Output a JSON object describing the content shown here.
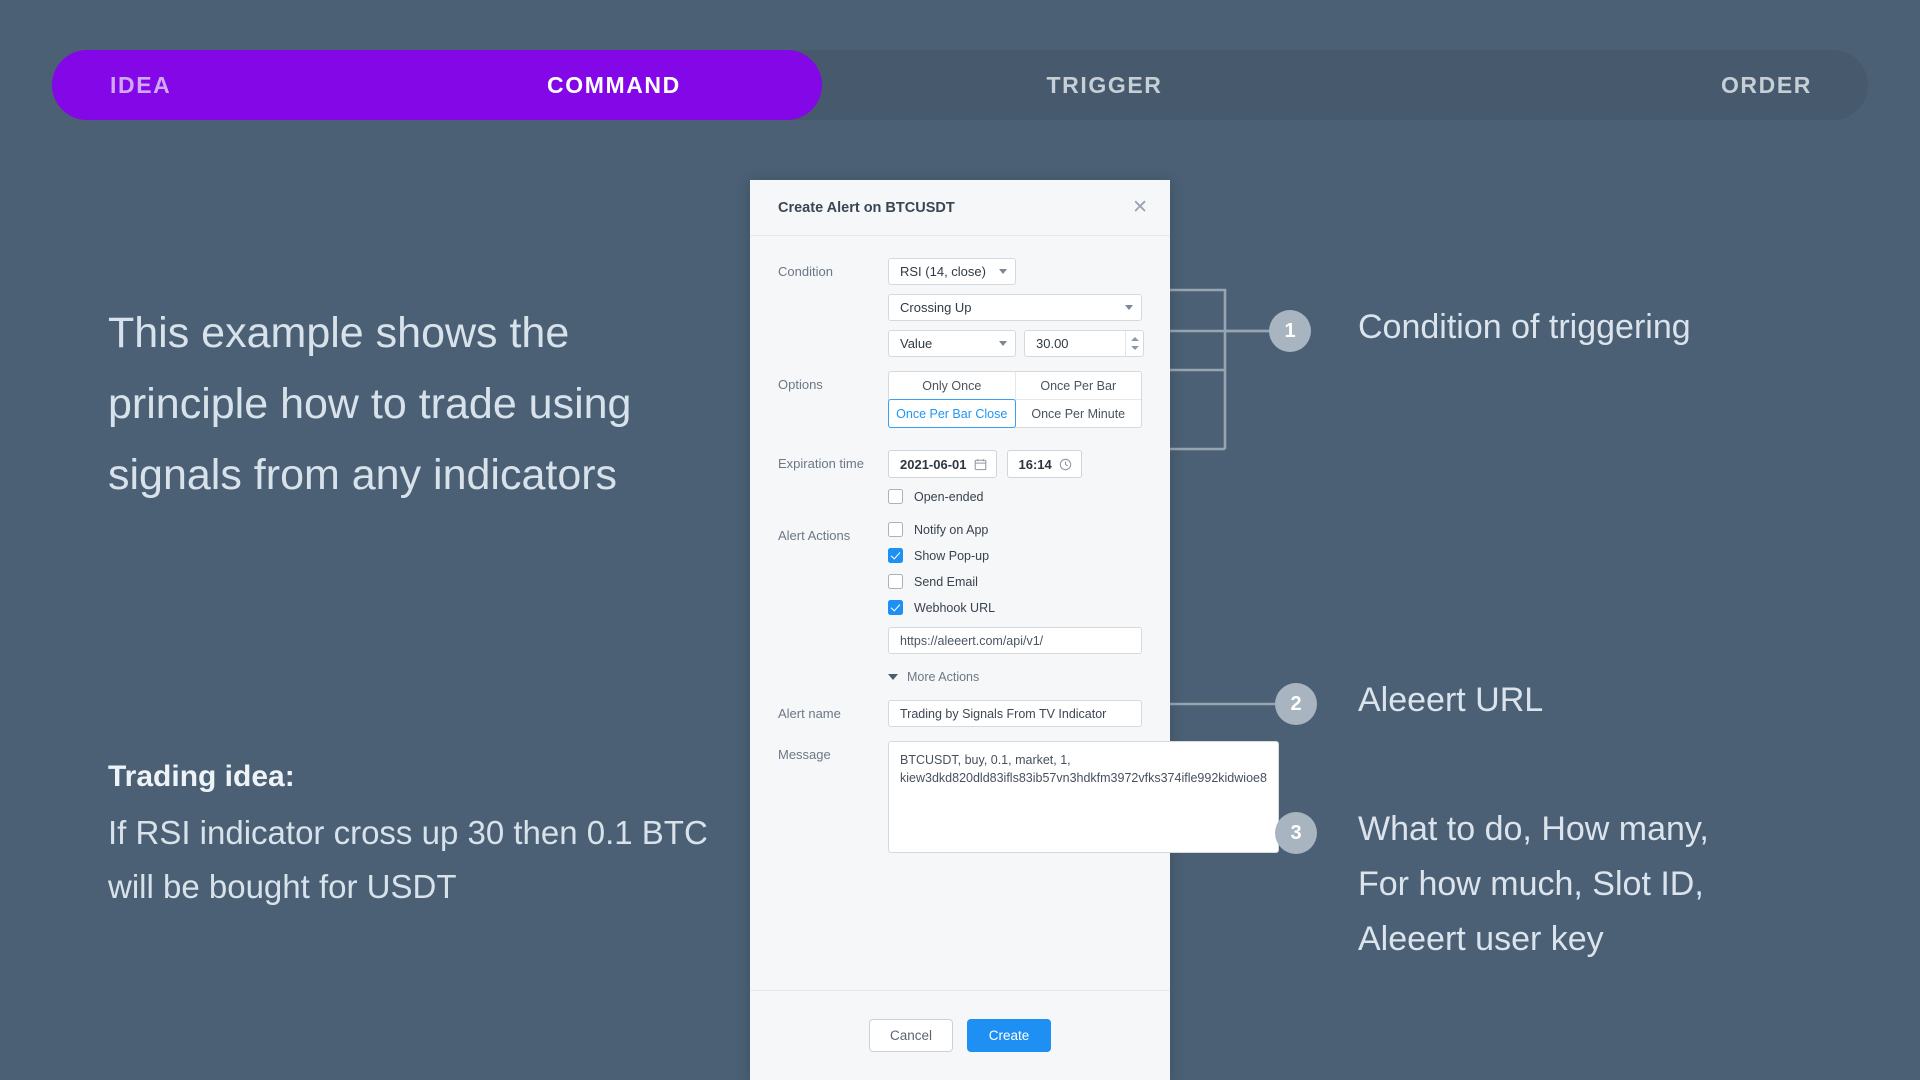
{
  "steps": [
    {
      "label": "IDEA"
    },
    {
      "label": "COMMAND"
    },
    {
      "label": "TRIGGER"
    },
    {
      "label": "ORDER"
    }
  ],
  "left": {
    "lead": "This example shows the principle how to trade using signals from any indicators",
    "idea_title": "Trading idea:",
    "idea_body": "If RSI indicator cross up 30 then 0.1 BTC will be bought for USDT"
  },
  "dialog": {
    "title": "Create Alert on BTCUSDT",
    "close_icon": "close-icon",
    "condition": {
      "label": "Condition",
      "indicator": "RSI (14, close)",
      "comparator": "Crossing Up",
      "value_type": "Value",
      "value": "30.00"
    },
    "options": {
      "label": "Options",
      "items": [
        "Only Once",
        "Once Per Bar",
        "Once Per Bar Close",
        "Once Per Minute"
      ],
      "selected": "Once Per Bar Close"
    },
    "expiration": {
      "label": "Expiration time",
      "date": "2021-06-01",
      "time": "16:14",
      "open_ended_label": "Open-ended",
      "open_ended_checked": false
    },
    "alert_actions": {
      "label": "Alert Actions",
      "items": [
        {
          "label": "Notify on App",
          "checked": false
        },
        {
          "label": "Show Pop-up",
          "checked": true
        },
        {
          "label": "Send Email",
          "checked": false
        },
        {
          "label": "Webhook URL",
          "checked": true
        }
      ],
      "webhook_url": "https://aleeert.com/api/v1/",
      "more_actions": "More Actions"
    },
    "alert_name": {
      "label": "Alert name",
      "value": "Trading by Signals From TV Indicator"
    },
    "message": {
      "label": "Message",
      "value": "BTCUSDT, buy, 0.1, market, 1, kiew3dkd820dld83ifls83ib57vn3hdkfm3972vfks374ifle992kidwioe8"
    },
    "footer": {
      "cancel": "Cancel",
      "create": "Create"
    }
  },
  "annotations": [
    {
      "number": "1",
      "text": "Condition\nof triggering"
    },
    {
      "number": "2",
      "text": "Aleeert URL"
    },
    {
      "number": "3",
      "text": "What to do, How many,\nFor how much, Slot ID,\nAleeert user key"
    }
  ],
  "colors": {
    "background": "#4b6075",
    "accent": "#8407e8",
    "primary_button": "#1e90f3",
    "badge": "#a8b4c0"
  }
}
